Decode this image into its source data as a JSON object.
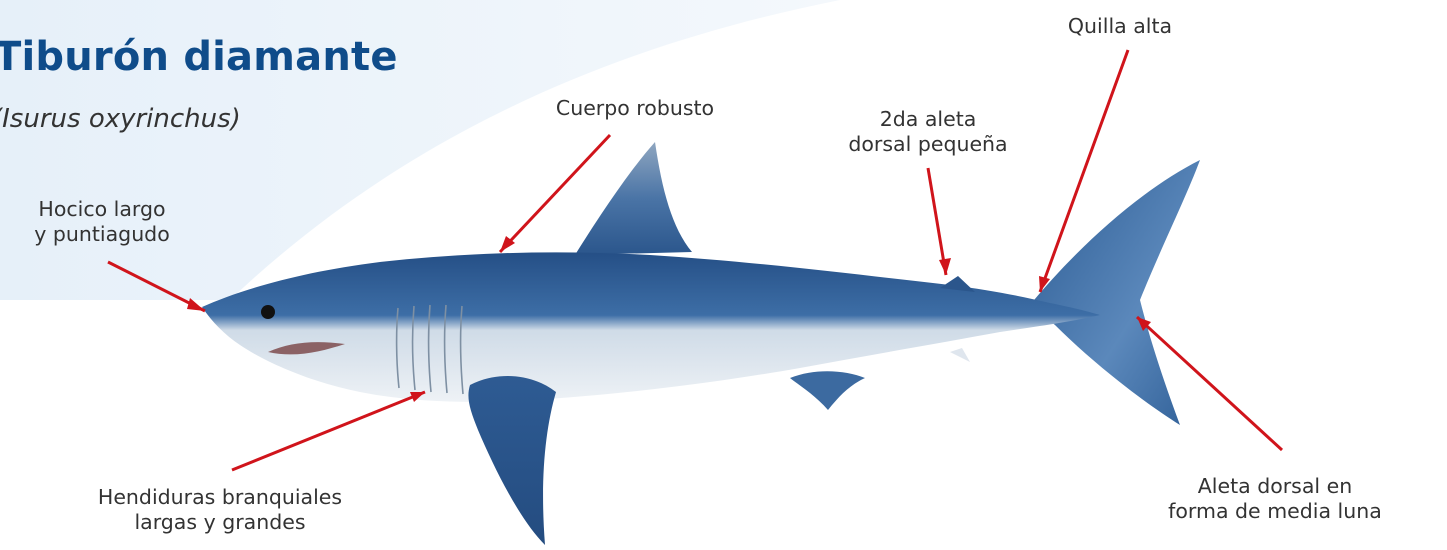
{
  "title": "Tiburón diamante",
  "subtitle": "(Isurus oxyrinchus)",
  "colors": {
    "title": "#0f4c8a",
    "arrow": "#d0141b",
    "shark_dorsal": "#2e5f96",
    "shark_belly": "#e9eef3"
  },
  "labels": {
    "snout": [
      "Hocico largo",
      "y puntiagudo"
    ],
    "body": [
      "Cuerpo robusto"
    ],
    "second_dorsal": [
      "2da aleta",
      "dorsal pequeña"
    ],
    "keel": [
      "Quilla alta"
    ],
    "gills": [
      "Hendiduras branquiales",
      "largas y grandes"
    ],
    "tail": [
      "Aleta dorsal en",
      "forma de media luna"
    ]
  }
}
